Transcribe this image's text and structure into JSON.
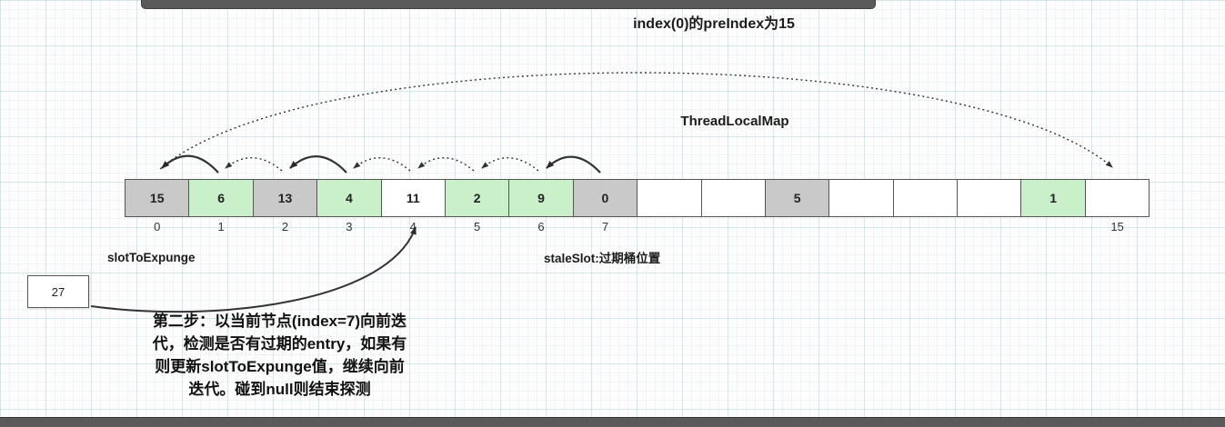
{
  "title": "index(0)的preIndex为15",
  "map_label": "ThreadLocalMap",
  "array": {
    "cells": [
      {
        "value": "15",
        "type": "gray",
        "index": "0"
      },
      {
        "value": "6",
        "type": "green",
        "index": "1"
      },
      {
        "value": "13",
        "type": "gray",
        "index": "2"
      },
      {
        "value": "4",
        "type": "green",
        "index": "3"
      },
      {
        "value": "11",
        "type": "white",
        "index": "4"
      },
      {
        "value": "2",
        "type": "green",
        "index": "5"
      },
      {
        "value": "9",
        "type": "green",
        "index": "6"
      },
      {
        "value": "0",
        "type": "gray",
        "index": "7"
      },
      {
        "value": "",
        "type": "white",
        "index": ""
      },
      {
        "value": "",
        "type": "white",
        "index": ""
      },
      {
        "value": "5",
        "type": "gray",
        "index": ""
      },
      {
        "value": "",
        "type": "white",
        "index": ""
      },
      {
        "value": "",
        "type": "white",
        "index": ""
      },
      {
        "value": "",
        "type": "white",
        "index": ""
      },
      {
        "value": "1",
        "type": "green",
        "index": ""
      },
      {
        "value": "",
        "type": "white",
        "index": "15"
      }
    ]
  },
  "labels": {
    "slot_to_expunge": "slotToExpunge",
    "stale_slot": "staleSlot:过期桶位置",
    "external_value": "27"
  },
  "note_lines": [
    "第二步：以当前节点(index=7)向前迭",
    "代，检测是否有过期的entry，如果有",
    "则更新slotToExpunge值，继续向前",
    "迭代。碰到null则结束探测"
  ],
  "colors": {
    "cell_gray": "#c9c9c9",
    "cell_green": "#c9f0c9",
    "cell_white": "#ffffff",
    "cell_border": "#555555",
    "arrow": "#333333",
    "bar": "#5a5a5a"
  }
}
